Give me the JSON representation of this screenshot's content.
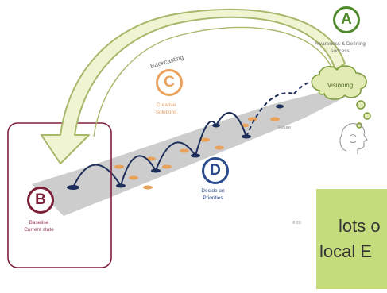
{
  "stages": {
    "a": {
      "letter": "A",
      "label_line1": "Awareness & Defining",
      "label_line2": "success"
    },
    "b": {
      "letter": "B",
      "label_line1": "Baseline",
      "label_line2": "Current state"
    },
    "c": {
      "letter": "C",
      "label_line1": "Creative",
      "label_line2": "Solutions"
    },
    "d": {
      "letter": "D",
      "label_line1": "Decide on",
      "label_line2": "Priorities"
    }
  },
  "arrow_label": "Backcasting",
  "cloud_label": "Visioning",
  "future_label": "Future",
  "copyright": "© 20",
  "note": {
    "line1": "lots o",
    "line2": "local E"
  },
  "colors": {
    "a_green": "#4f8a2c",
    "b_maroon": "#7e1f39",
    "c_orange": "#e9a25b",
    "d_navy": "#2b4a8c",
    "arrow_fill": "#f1f4d2",
    "arrow_stroke": "#a7b86b",
    "cloud_fill": "#e2ebb4",
    "note_bg": "#c5dc7c",
    "path_gray": "#c4c4c4"
  }
}
